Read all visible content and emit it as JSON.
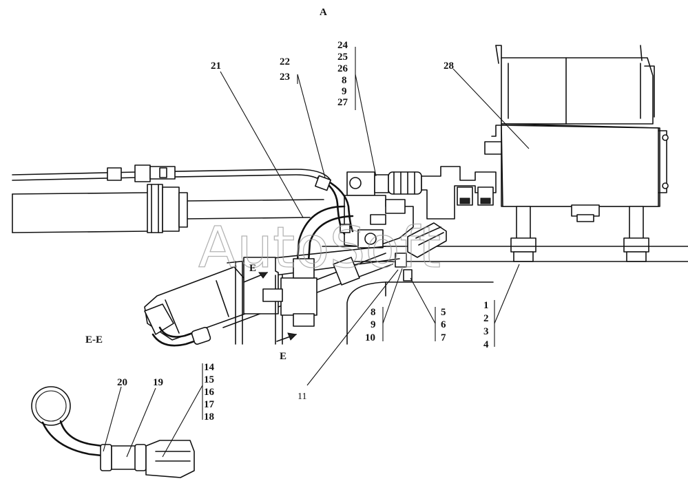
{
  "view_labels": {
    "view_a": "A",
    "section_ee": "E-E",
    "section_marker": "E"
  },
  "watermark": "AutoSoft",
  "callouts": {
    "c21": "21",
    "c22": "22",
    "c23": "23",
    "c24": "24",
    "c25": "25",
    "c26": "26",
    "c8a": "8",
    "c9a": "9",
    "c27": "27",
    "c28": "28",
    "c8b": "8",
    "c9b": "9",
    "c10": "10",
    "c5": "5",
    "c6": "6",
    "c7": "7",
    "c1": "1",
    "c2": "2",
    "c3": "3",
    "c4": "4",
    "c11": "11",
    "c14": "14",
    "c15": "15",
    "c16": "16",
    "c17": "17",
    "c18": "18",
    "c19": "19",
    "c20": "20"
  }
}
